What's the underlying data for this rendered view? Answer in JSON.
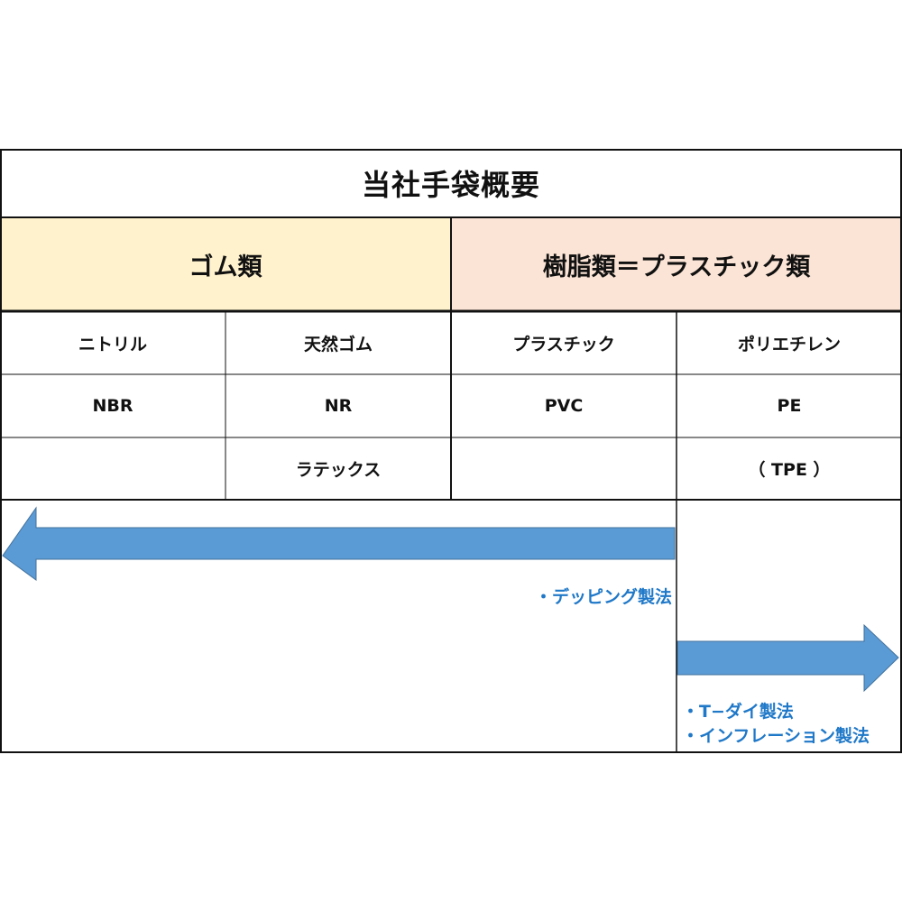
{
  "title": "当社手袋概要",
  "categories": {
    "rubber": "ゴム類",
    "resin": "樹脂類＝プラスチック類"
  },
  "materials": [
    {
      "name": "ニトリル",
      "abbr": "NBR",
      "note": ""
    },
    {
      "name": "天然ゴム",
      "abbr": "NR",
      "note": "ラテックス"
    },
    {
      "name": "プラスチック",
      "abbr": "PVC",
      "note": ""
    },
    {
      "name": "ポリエチレン",
      "abbr": "PE",
      "note": "（ TPE ）"
    }
  ],
  "methods": {
    "dipping": "・デッピング製法",
    "film_line1": "・T−ダイ製法",
    "film_line2": "・インフレーション製法"
  },
  "colors": {
    "rubber_header": "#fff2cc",
    "resin_header": "#fbe4d5",
    "arrow": "#5b9bd5",
    "method_text": "#1f78c8"
  }
}
